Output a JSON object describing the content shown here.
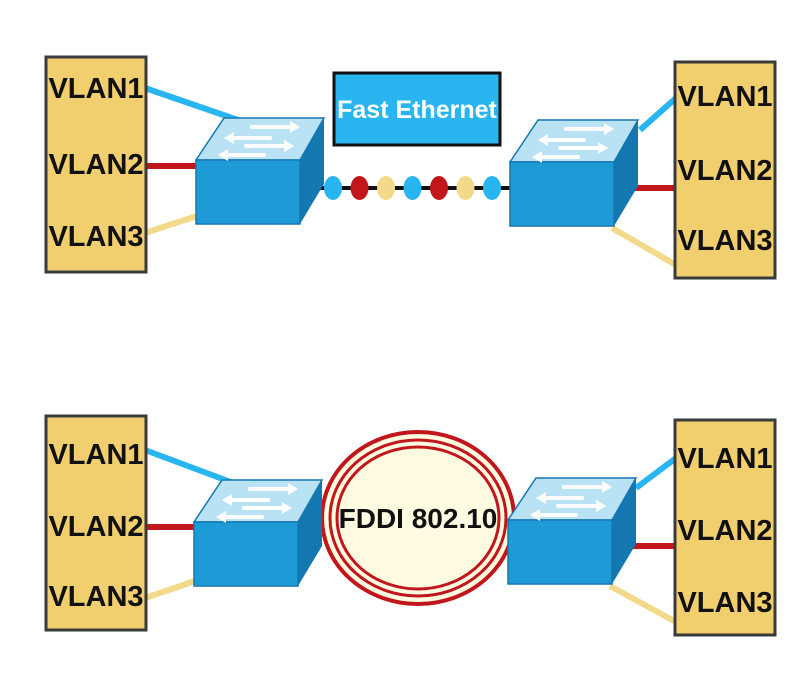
{
  "colors": {
    "vlan_box_fill": "#f2cf6e",
    "vlan_box_border": "#3a3a3a",
    "vlan1_link": "#29b6f0",
    "vlan2_link": "#c0161c",
    "vlan3_link": "#f3d98a",
    "switch_top": "#b9e3f5",
    "switch_front": "#1e9ad6",
    "switch_side": "#1577b0",
    "fast_ethernet_box": "#29b6f0",
    "fddi_ring": "#c0161c",
    "fddi_fill": "#fffbe0"
  },
  "top_section": {
    "trunk_label": "Fast Ethernet",
    "left_vlans": [
      "VLAN1",
      "VLAN2",
      "VLAN3"
    ],
    "right_vlans": [
      "VLAN1",
      "VLAN2",
      "VLAN3"
    ],
    "trunk_frames": [
      "vlan1",
      "vlan2",
      "vlan3",
      "vlan1",
      "vlan2",
      "vlan3",
      "vlan1"
    ]
  },
  "bottom_section": {
    "trunk_label": "FDDI 802.10",
    "left_vlans": [
      "VLAN1",
      "VLAN2",
      "VLAN3"
    ],
    "right_vlans": [
      "VLAN1",
      "VLAN2",
      "VLAN3"
    ]
  }
}
